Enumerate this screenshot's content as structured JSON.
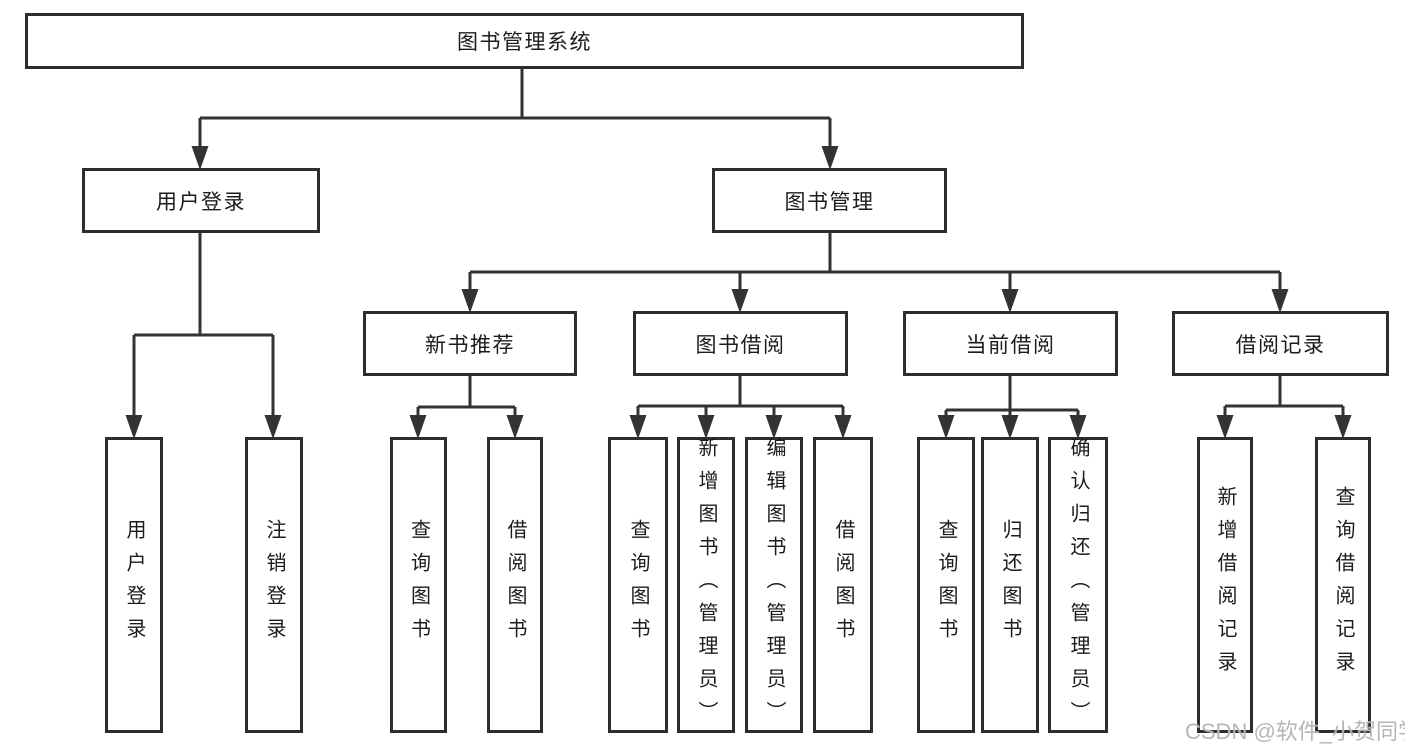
{
  "diagram": {
    "root": {
      "label": "图书管理系统"
    },
    "level2": {
      "user_login": {
        "label": "用户登录"
      },
      "book_management": {
        "label": "图书管理"
      }
    },
    "level3": {
      "new_book_recommend": {
        "label": "新书推荐"
      },
      "book_borrow": {
        "label": "图书借阅"
      },
      "current_borrow": {
        "label": "当前借阅"
      },
      "borrow_record": {
        "label": "借阅记录"
      }
    },
    "leaves": {
      "user_login": {
        "label": "用户登录"
      },
      "logout": {
        "label": "注销登录"
      },
      "rec_query_book": {
        "label": "查询图书"
      },
      "rec_borrow_book": {
        "label": "借阅图书"
      },
      "bb_query_book": {
        "label": "查询图书"
      },
      "bb_add_book": {
        "label": "新增图书（管理员）"
      },
      "bb_edit_book": {
        "label": "编辑图书（管理员）"
      },
      "bb_borrow_book": {
        "label": "借阅图书"
      },
      "cb_query_book": {
        "label": "查询图书"
      },
      "cb_return_book": {
        "label": "归还图书"
      },
      "cb_confirm_return": {
        "label": "确认归还（管理员）"
      },
      "br_new_record": {
        "label": "新增借阅记录"
      },
      "br_query_record": {
        "label": "查询借阅记录"
      }
    }
  },
  "watermark": {
    "text": "CSDN @软件_小贺同学"
  },
  "colors": {
    "line": "#333333",
    "box_border": "#2d2d2d",
    "text": "#1c1c1c",
    "background": "#ffffff",
    "watermark": "#b3b3b3"
  }
}
